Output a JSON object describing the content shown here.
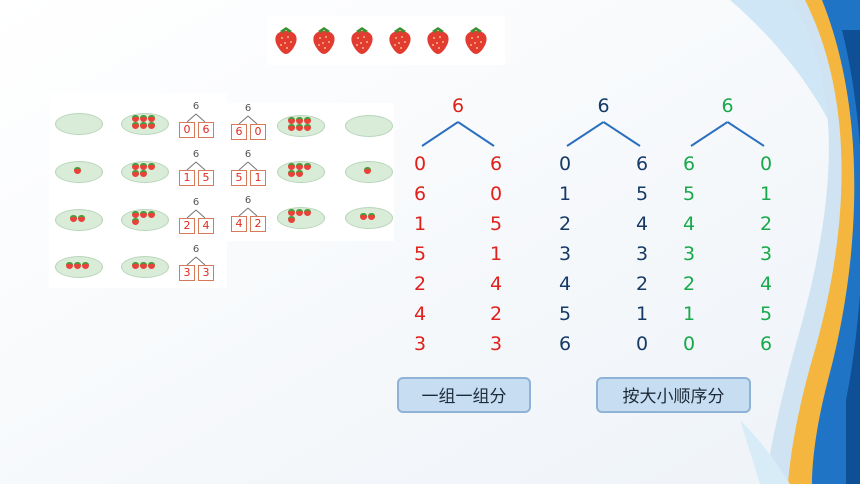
{
  "colors": {
    "red": "#e0201a",
    "navy": "#153a66",
    "green": "#17a94a",
    "branch": "#2b6fbf",
    "button_fill": "#c7ddf1"
  },
  "top_strip": {
    "strawberry_count": 6,
    "icon": "strawberry-icon"
  },
  "tree_rows": [
    {
      "top": "6",
      "left_box": "0",
      "right_box": "6"
    },
    {
      "top": "6",
      "left_box": "1",
      "right_box": "5"
    },
    {
      "top": "6",
      "left_box": "2",
      "right_box": "4"
    },
    {
      "top": "6",
      "left_box": "3",
      "right_box": "3"
    }
  ],
  "tree_rows_right": [
    {
      "top": "6",
      "left_box": "6",
      "right_box": "0"
    },
    {
      "top": "6",
      "left_box": "5",
      "right_box": "1"
    },
    {
      "top": "6",
      "left_box": "4",
      "right_box": "2"
    }
  ],
  "decompositions": [
    {
      "total": "6",
      "color": "red",
      "pairs": [
        [
          "0",
          "6"
        ],
        [
          "6",
          "0"
        ],
        [
          "1",
          "5"
        ],
        [
          "5",
          "1"
        ],
        [
          "2",
          "4"
        ],
        [
          "4",
          "2"
        ],
        [
          "3",
          "3"
        ]
      ]
    },
    {
      "total": "6",
      "color": "navy",
      "pairs": [
        [
          "0",
          "6"
        ],
        [
          "1",
          "5"
        ],
        [
          "2",
          "4"
        ],
        [
          "3",
          "3"
        ],
        [
          "4",
          "2"
        ],
        [
          "5",
          "1"
        ],
        [
          "6",
          "0"
        ]
      ]
    },
    {
      "total": "6",
      "color": "green",
      "pairs": [
        [
          "6",
          "0"
        ],
        [
          "5",
          "1"
        ],
        [
          "4",
          "2"
        ],
        [
          "3",
          "3"
        ],
        [
          "2",
          "4"
        ],
        [
          "1",
          "5"
        ],
        [
          "0",
          "6"
        ]
      ]
    }
  ],
  "buttons": {
    "group_label": "一组一组分",
    "order_label": "按大小顺序分"
  }
}
